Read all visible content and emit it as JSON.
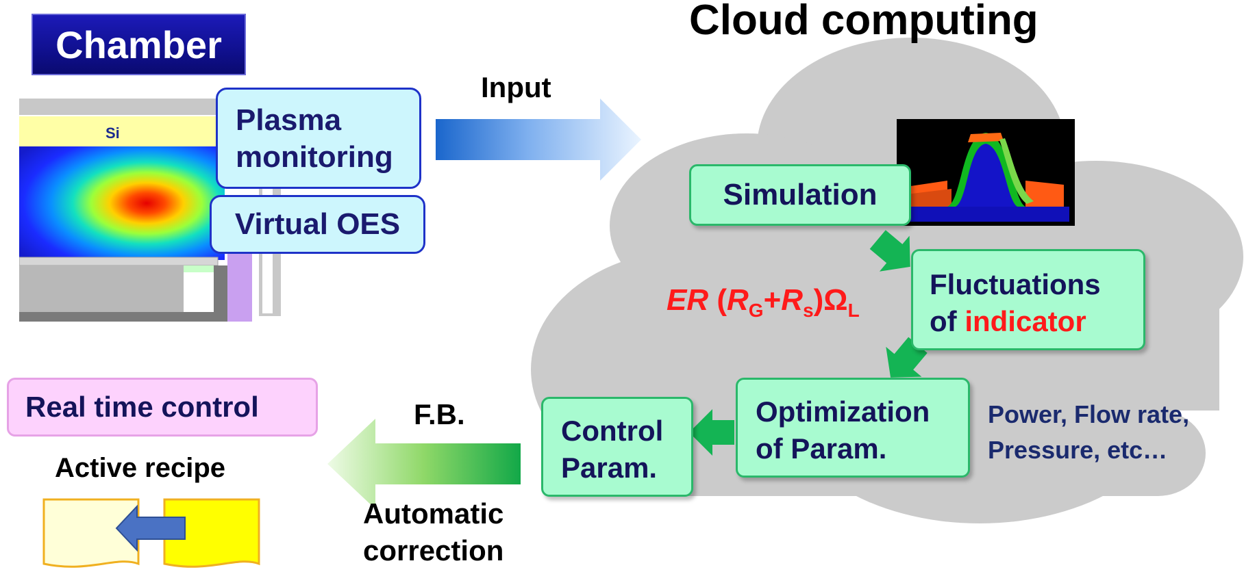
{
  "chamber": {
    "title": "Chamber",
    "material_label": "Si",
    "plasma_monitoring": [
      "Plasma",
      "monitoring"
    ],
    "virtual_oes": "Virtual OES"
  },
  "input_label": "Input",
  "cloud": {
    "title": "Cloud computing",
    "simulation": "Simulation",
    "fluctuations": {
      "line1": "Fluctuations",
      "prefix": "of ",
      "highlight": "indicator"
    },
    "formula": {
      "er": "ER",
      "open": " (",
      "r1": "R",
      "sub1": "G",
      "plus": "+",
      "r2": "R",
      "sub2": "s",
      "close": ")",
      "omega": "Ω",
      "subL": "L"
    },
    "optimization": [
      "Optimization",
      "of Param."
    ],
    "control": [
      "Control",
      "Param."
    ],
    "params_note": [
      "Power, Flow rate,",
      "Pressure, etc…"
    ]
  },
  "feedback": {
    "fb_label": "F.B.",
    "correction": [
      "Automatic",
      "correction"
    ]
  },
  "realtime": {
    "title": "Real time control",
    "recipe_label": "Active recipe"
  },
  "colors": {
    "accent_red": "#ff1a1a",
    "navy_text": "#14145a",
    "green_box": "#a8fbd0",
    "blue_box": "#cdf6fd"
  }
}
